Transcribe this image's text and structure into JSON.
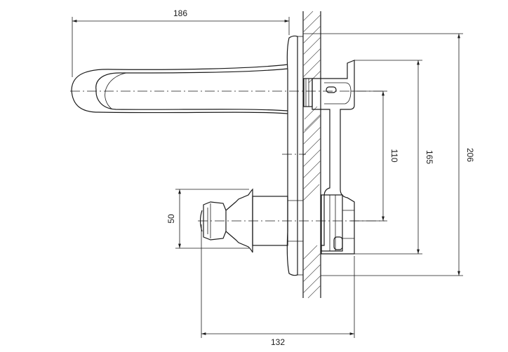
{
  "dimensions": {
    "width_186": "186",
    "width_132": "132",
    "height_50": "50",
    "height_110": "110",
    "height_165": "165",
    "height_206": "206"
  }
}
